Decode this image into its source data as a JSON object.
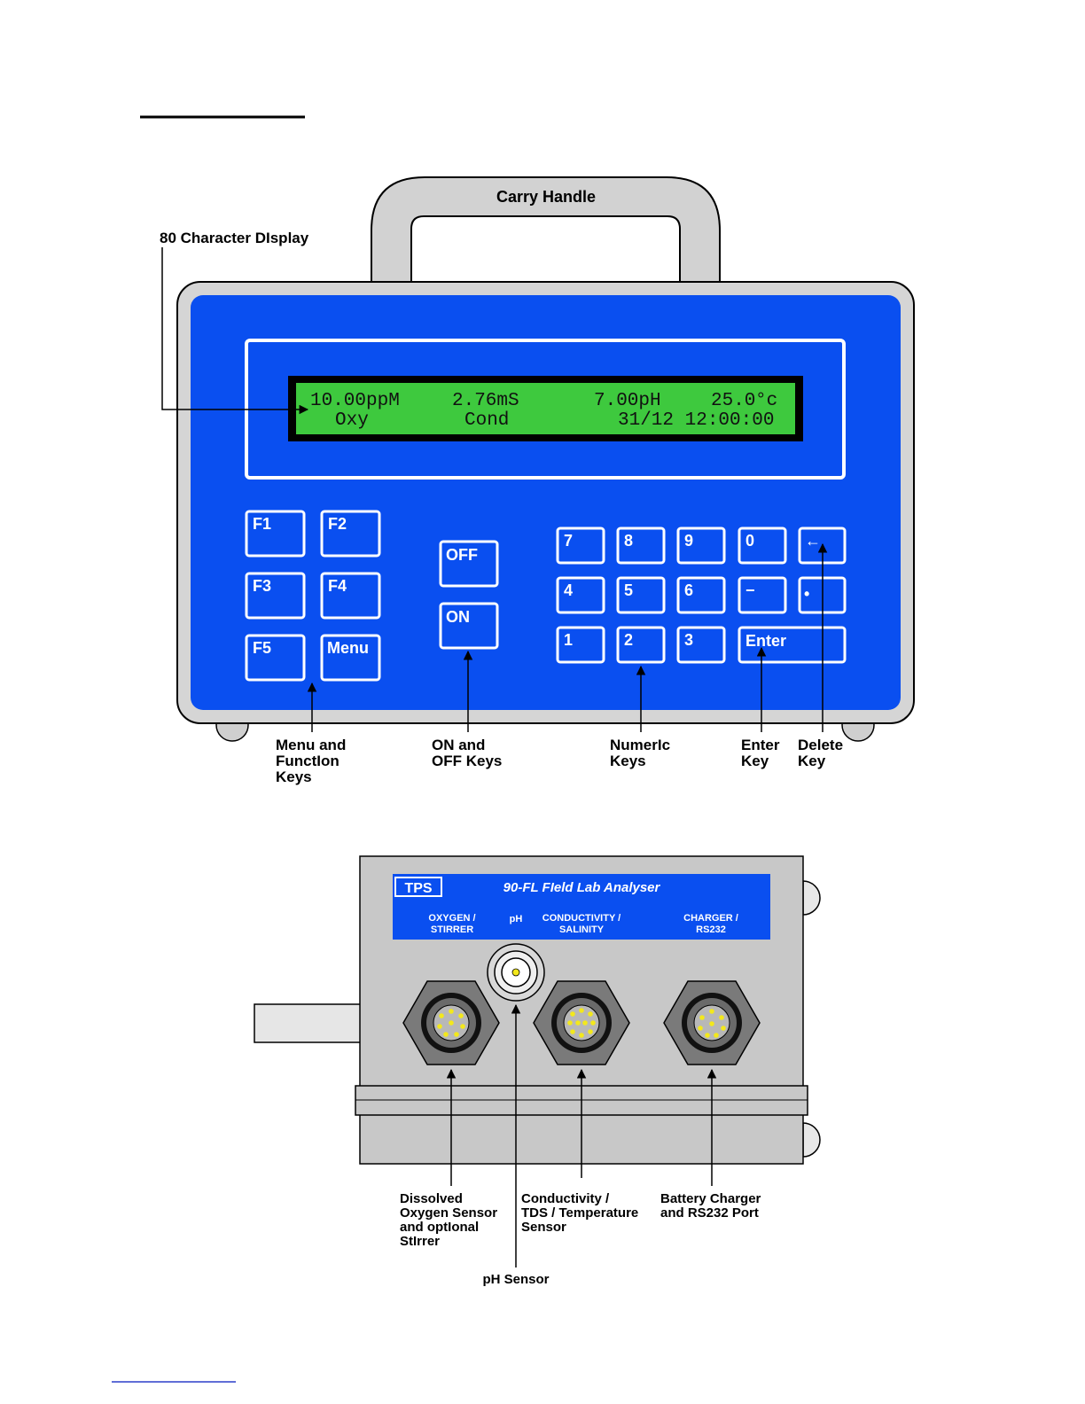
{
  "device": {
    "handle_label": "Carry Handle",
    "display_label": "80 Character DIsplay",
    "lcd": {
      "row1": [
        "10.00ppM",
        "2.76mS",
        "7.00pH",
        "25.0",
        "°c"
      ],
      "row2": [
        "Oxy",
        "Cond",
        "31/12 12:00:00"
      ]
    },
    "function_keys": [
      "F1",
      "F2",
      "F3",
      "F4",
      "F5",
      "Menu"
    ],
    "power_keys": [
      "OFF",
      "ON"
    ],
    "numeric_keys": [
      "7",
      "8",
      "9",
      "0",
      "←",
      "4",
      "5",
      "6",
      "−",
      "•",
      "1",
      "2",
      "3",
      "Enter"
    ]
  },
  "callouts": {
    "menu_function": [
      "Menu and",
      "FunctIon",
      "Keys"
    ],
    "on_off": [
      "ON and",
      "OFF Keys"
    ],
    "numeric": [
      "NumerIc",
      "Keys"
    ],
    "enter": [
      "Enter",
      "Key"
    ],
    "delete": [
      "Delete",
      "Key"
    ]
  },
  "connector_panel": {
    "brand": "TPS",
    "model": "90-FL FIeld Lab Analyser",
    "port_labels": {
      "oxygen": [
        "OXYGEN /",
        "STIRRER"
      ],
      "ph": "pH",
      "conductivity": [
        "CONDUCTIVITY /",
        "SALINITY"
      ],
      "charger": [
        "CHARGER /",
        "RS232"
      ]
    }
  },
  "connector_callouts": {
    "oxygen": [
      "Dissolved",
      "Oxygen Sensor",
      "and optIonal",
      "StIrrer"
    ],
    "conductivity": [
      "Conductivity /",
      "TDS / Temperature",
      "Sensor"
    ],
    "charger": [
      "Battery Charger",
      "and RS232 Port"
    ],
    "ph": "pH Sensor"
  },
  "colors": {
    "panel_blue": "#0a4ff0",
    "lcd_green": "#3ec93e",
    "housing_grey": "#c8c8c8"
  }
}
